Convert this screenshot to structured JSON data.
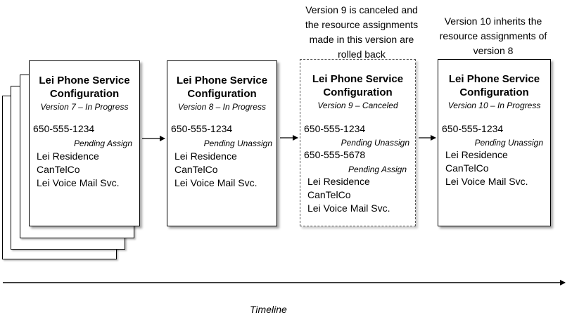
{
  "cards": [
    {
      "title_line1": "Lei Phone Service",
      "title_line2": "Configuration",
      "version": "Version 7 – In Progress",
      "phone": "650-555-1234",
      "status": "Pending Assign",
      "resources": [
        "Lei Residence",
        "CanTelCo",
        "Lei Voice Mail Svc."
      ]
    },
    {
      "title_line1": "Lei Phone Service",
      "title_line2": "Configuration",
      "version": "Version 8 – In Progress",
      "phone": "650-555-1234",
      "status": "Pending Unassign",
      "resources": [
        "Lei Residence",
        "CanTelCo",
        "Lei Voice Mail Svc."
      ]
    },
    {
      "title_line1": "Lei Phone Service",
      "title_line2": "Configuration",
      "version": "Version 9 – Canceled",
      "phone": "650-555-1234",
      "status": "Pending Unassign",
      "phone2": "650-555-5678",
      "status2": "Pending Assign",
      "resources": [
        "Lei Residence",
        "CanTelCo",
        "Lei Voice Mail Svc."
      ]
    },
    {
      "title_line1": "Lei Phone Service",
      "title_line2": "Configuration",
      "version": "Version 10 – In Progress",
      "phone": "650-555-1234",
      "status": "Pending Unassign",
      "resources": [
        "Lei Residence",
        "CanTelCo",
        "Lei Voice Mail Svc."
      ]
    }
  ],
  "notes": {
    "v9_line1": "Version 9 is canceled and",
    "v9_line2": "the resource assignments",
    "v9_line3": "made in this version are",
    "v9_line4": "rolled back",
    "v10_line1": "Version 10 inherits the",
    "v10_line2": "resource assignments of",
    "v10_line3": "version 8"
  },
  "timeline": {
    "label": "Timeline"
  }
}
